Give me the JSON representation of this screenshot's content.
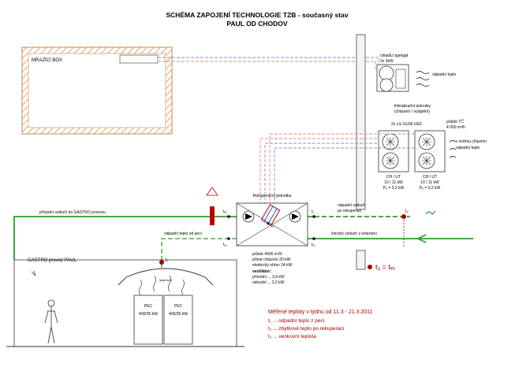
{
  "title": {
    "line1": "SCHÉMA ZAPOJENÍ TECHNOLOGIE TZB - současný stav",
    "line2": "PAUL OD CHODOV"
  },
  "freezer": {
    "label": "MRAZÍCÍ BOX"
  },
  "chiller": {
    "label1": "chladicí agregát",
    "label2": "2x 3kW",
    "waste_heat": "odpadní teplo"
  },
  "ac_units": {
    "label1": "klimatizační jednotky",
    "label2": "(chlazení / vytápění)",
    "model": "2x LG UU36 UE0",
    "airflow_label": "průtok TČ",
    "airflow_value": "4 000 m³/h",
    "mode_note": "v režimu chlazení",
    "waste_heat": "odpadní teplo",
    "unit_left": {
      "l1": "CH / UT",
      "l2": "10 / 11 kW",
      "l3": "Pₑ = 3,2 kW"
    },
    "unit_right": {
      "l1": "CH / UT",
      "l2": "10 / 11 kW",
      "l3": "Pₑ = 3,2 kW"
    }
  },
  "recuperation": {
    "label": "Rekuperační jednotka",
    "specs": [
      "průtok 4000 m³/h",
      "přímé chlazení 20 kW",
      "elektrický ohřev 24 kW"
    ],
    "fans_title": "ventilátor:",
    "fans": [
      "přívodní ... 3,4 kW",
      "odvodní ... 3,3 kW"
    ]
  },
  "ducts": {
    "supply_to_gastro": "přívodní vzduch do GASTRO provozu",
    "waste_from_oven": "odpadní teplo od pecí",
    "waste_after_recup_1": "odpadní vzduch",
    "waste_after_recup_2": "po rekuperaci",
    "fresh_air": "čerstvý vzduch z exterieru"
  },
  "sensors": {
    "te2": "tₑ₂",
    "te1": "tₑ₁",
    "ti2": "tᵢ₂",
    "ti1": "tᵢ₁",
    "t1": "t₁",
    "t2": "t₂",
    "t3_eq": "t₃ = tₑ₁"
  },
  "gastro": {
    "label": "GASTRO provoz PAUL",
    "hood_label": "lapač tuků"
  },
  "ovens": [
    {
      "name": "PEC",
      "power": "400/35 kW"
    },
    {
      "name": "PEC",
      "power": "400/35 kW"
    }
  ],
  "legend": {
    "title": "Měřené teploty v týdnu od 11.3 - 21.3.2011",
    "items": [
      {
        "sym": "t₁",
        "text": " ... odpadní teplo z pecí"
      },
      {
        "sym": "t₂",
        "text": " ... zbytkové teplo po rekuperaci"
      },
      {
        "sym": "t₃",
        "text": " ... venkovní teplota"
      }
    ]
  },
  "colors": {
    "supply": "#2aa02a",
    "hot": "#c00000",
    "cold": "#3b4fc8",
    "pipe_blue": "#8a8ae0",
    "pipe_red": "#e08a8a",
    "legend": "#a40000"
  }
}
